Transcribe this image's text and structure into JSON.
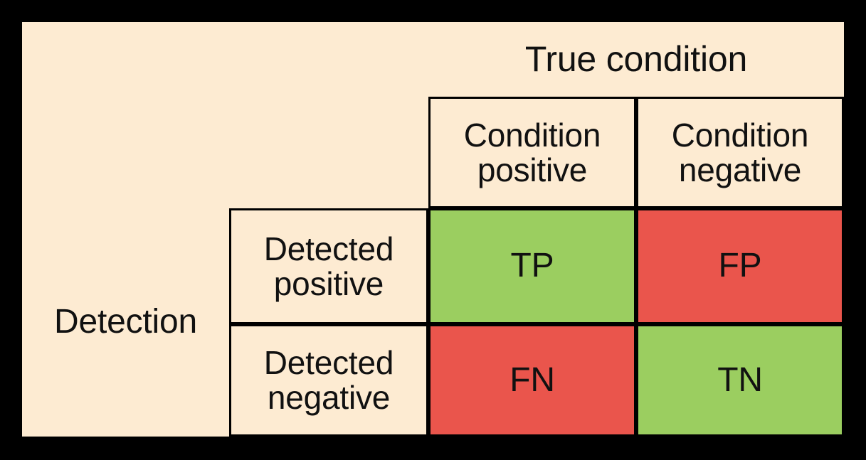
{
  "figure": {
    "type": "confusion-matrix",
    "colors": {
      "background": "#000000",
      "panel": "#FDEBD2",
      "positive_outcome": "#9BCE60",
      "negative_outcome": "#EA554C",
      "border": "#000000",
      "text": "#111111"
    }
  },
  "headers": {
    "column_group_label": "True condition",
    "row_group_label": "Detection",
    "columns": [
      {
        "line1": "Condition",
        "line2": "positive"
      },
      {
        "line1": "Condition",
        "line2": "negative"
      }
    ],
    "rows": [
      {
        "line1": "Detected",
        "line2": "positive"
      },
      {
        "line1": "Detected",
        "line2": "negative"
      }
    ]
  },
  "cells": [
    {
      "id": "true-positive",
      "label": "TP",
      "row": "Detected positive",
      "column": "Condition positive",
      "color": "#9BCE60",
      "outcome": "correct"
    },
    {
      "id": "false-positive",
      "label": "FP",
      "row": "Detected positive",
      "column": "Condition negative",
      "color": "#EA554C",
      "outcome": "error"
    },
    {
      "id": "false-negative",
      "label": "FN",
      "row": "Detected negative",
      "column": "Condition positive",
      "color": "#EA554C",
      "outcome": "error"
    },
    {
      "id": "true-negative",
      "label": "TN",
      "row": "Detected negative",
      "column": "Condition negative",
      "color": "#9BCE60",
      "outcome": "correct"
    }
  ]
}
